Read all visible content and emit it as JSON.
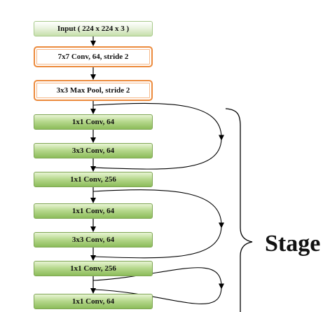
{
  "diagram": {
    "nodes": [
      {
        "id": "input",
        "label": "Input ( 224 x 224 x 3 )",
        "style": "input"
      },
      {
        "id": "conv7",
        "label": "7x7 Conv, 64, stride 2",
        "style": "orange"
      },
      {
        "id": "maxpool",
        "label": "3x3 Max Pool, stride 2",
        "style": "orange"
      },
      {
        "id": "b1c1",
        "label": "1x1 Conv, 64",
        "style": "green"
      },
      {
        "id": "b1c2",
        "label": "3x3 Conv, 64",
        "style": "green"
      },
      {
        "id": "b1c3",
        "label": "1x1 Conv, 256",
        "style": "green"
      },
      {
        "id": "b2c1",
        "label": "1x1 Conv, 64",
        "style": "green"
      },
      {
        "id": "b2c2",
        "label": "3x3 Conv, 64",
        "style": "green"
      },
      {
        "id": "b2c3",
        "label": "1x1 Conv, 256",
        "style": "green"
      },
      {
        "id": "b3c1",
        "label": "1x1 Conv, 64",
        "style": "green"
      }
    ],
    "edges": [
      {
        "from": "input",
        "to": "conv7"
      },
      {
        "from": "conv7",
        "to": "maxpool"
      },
      {
        "from": "maxpool",
        "to": "b1c1"
      },
      {
        "from": "b1c1",
        "to": "b1c2"
      },
      {
        "from": "b1c2",
        "to": "b1c3"
      },
      {
        "from": "b1c3",
        "to": "b2c1"
      },
      {
        "from": "b2c1",
        "to": "b2c2"
      },
      {
        "from": "b2c2",
        "to": "b2c3"
      },
      {
        "from": "b2c3",
        "to": "b3c1"
      }
    ],
    "skip_connections": [
      {
        "from": "maxpool",
        "to": "b1c3"
      },
      {
        "from": "b1c3",
        "to": "b2c3"
      },
      {
        "from": "b2c3",
        "to": "b3c1"
      }
    ],
    "stage_label": "Stage"
  },
  "colors": {
    "orange_border": "#ec8a3c",
    "green_fill": "#a9cf7c",
    "input_fill": "#e6f1d8",
    "line": "#000000"
  }
}
